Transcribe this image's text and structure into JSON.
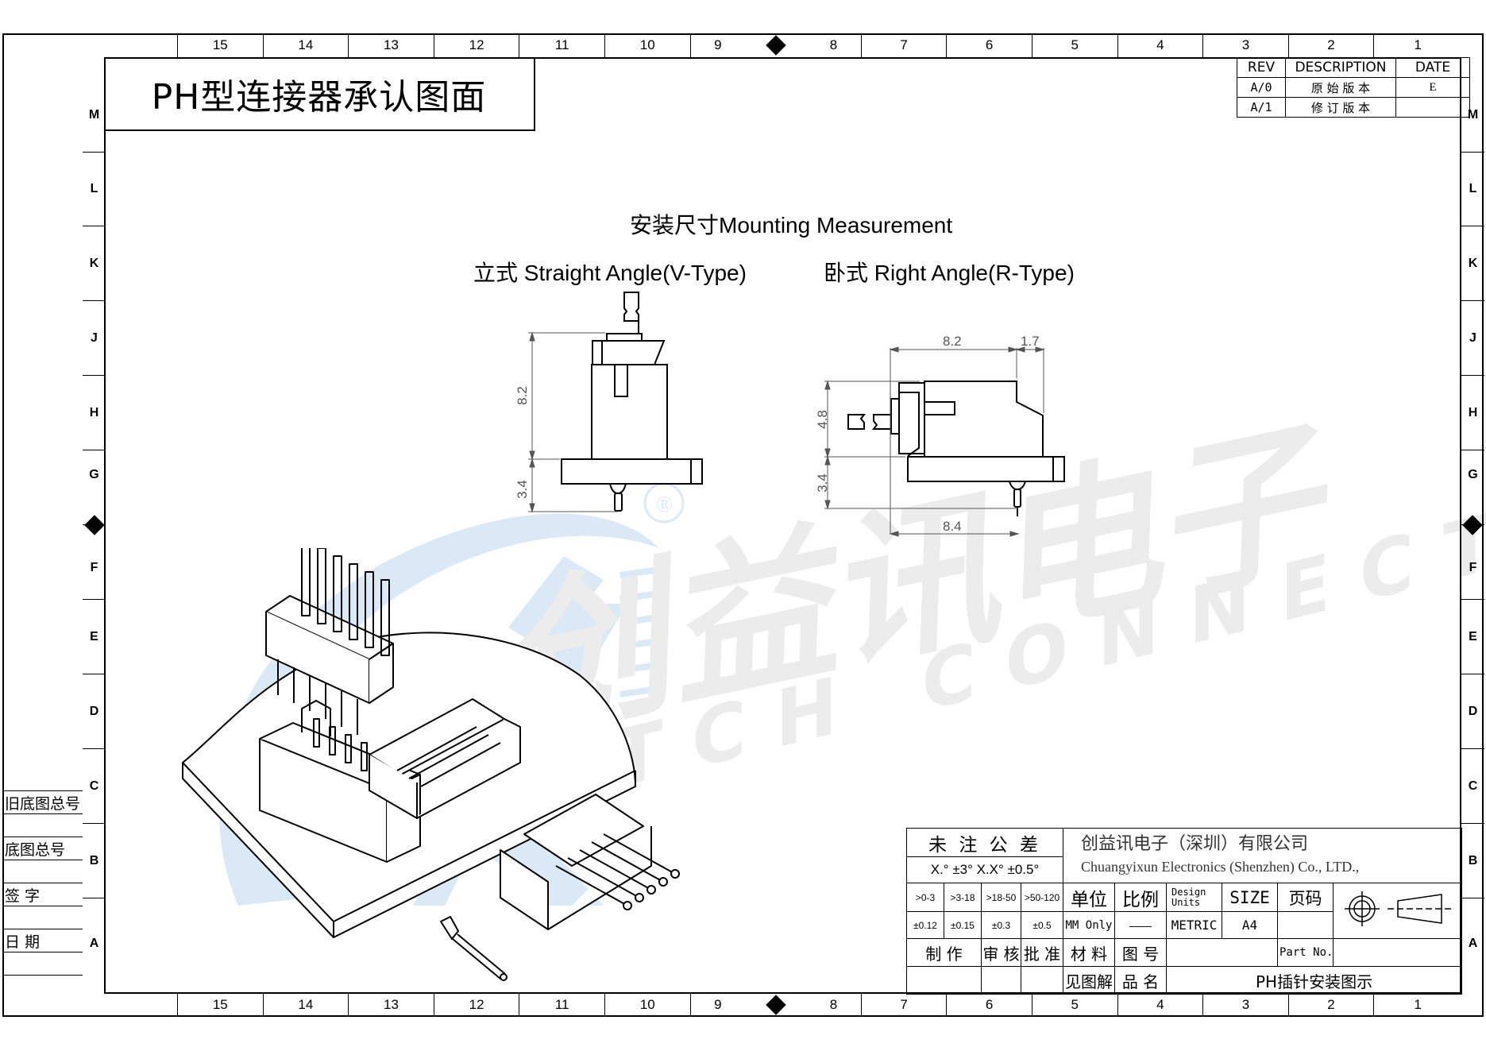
{
  "drawing": {
    "title": "PH型连接器承认图面",
    "heading": "安装尺寸Mounting  Measurement",
    "straight_label": "立式 Straight Angle(V-Type)",
    "right_label": "卧式 Right Angle(R-Type)",
    "straight_dims": {
      "height_body": "8.2",
      "height_pin": "3.4"
    },
    "right_dims": {
      "width_body": "8.2",
      "overhang": "1.7",
      "height_body": "4.8",
      "height_pin": "3.4",
      "width_base": "8.4"
    },
    "watermark": {
      "cn": "创益讯电子",
      "en": "SWITCH CONNECTOR",
      "registered": "®",
      "blue": "#dbe9f6",
      "gray": "#ececec"
    }
  },
  "ruler": {
    "columns": [
      "15",
      "14",
      "13",
      "12",
      "11",
      "10",
      "9",
      "8",
      "7",
      "6",
      "5",
      "4",
      "3",
      "2",
      "1"
    ],
    "rows": [
      "M",
      "L",
      "K",
      "J",
      "H",
      "G",
      "F",
      "E",
      "D",
      "C",
      "B",
      "A"
    ]
  },
  "revision": {
    "headers": {
      "rev": "REV",
      "description": "DESCRIPTION",
      "date": "DATE"
    },
    "rows": [
      {
        "rev": "A/0",
        "description": "原 始 版 本",
        "date": "E"
      },
      {
        "rev": "A/1",
        "description": "修 订 版 本",
        "date": ""
      }
    ]
  },
  "stamp": {
    "labels": [
      "旧底图总号",
      "底图总号",
      "签 字",
      "日 期"
    ]
  },
  "title_block": {
    "tolerance_title": "未 注 公 差",
    "angle_tolerance": "X.° ±3°  X.X° ±0.5°",
    "ranges": [
      ">0-3",
      ">3-18",
      ">18-50",
      ">50-120"
    ],
    "range_tolerances": [
      "±0.12",
      "±0.15",
      "±0.3",
      "±0.5"
    ],
    "company_cn": "创益讯电子（深圳）有限公司",
    "company_en": "Chuangyixun Electronics (Shenzhen) Co., LTD.,",
    "unit_label": "单位",
    "unit_value": "MM Only",
    "scale_label": "比例",
    "scale_value": "——",
    "design_units_label": "Design Units",
    "design_units_value": "METRIC",
    "size_label": "SIZE",
    "size_value": "A4",
    "page_label": "页码",
    "page_value": "",
    "made_by": "制 作",
    "reviewed_by": "审 核",
    "approved_by": "批 准",
    "material_label": "材 料",
    "material_value": "见图解",
    "drawing_no_label": "图 号",
    "product_name_label": "品 名",
    "part_no_label": "Part No.",
    "product_name_value": "PH插针安装图示"
  }
}
